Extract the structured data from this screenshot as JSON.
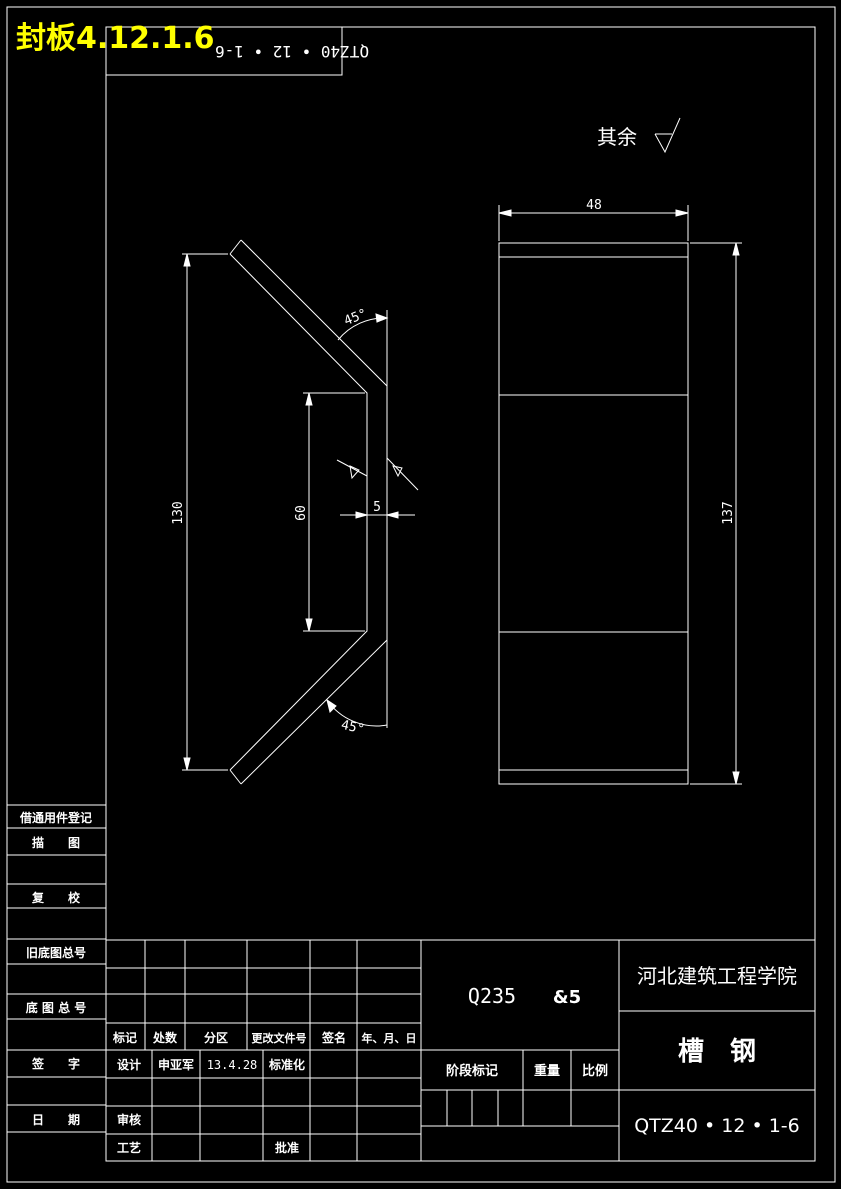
{
  "overlay_title": "封板4.12.1.6",
  "top_code_mirrored": "QTZ40 • 12 • 1-6",
  "roughness_note": "其余",
  "front_view": {
    "dim_total_height": "130",
    "dim_inner_height": "60",
    "dim_thickness": "5",
    "angle_top": "45°",
    "angle_bottom": "45°"
  },
  "side_view": {
    "dim_width": "48",
    "dim_height": "137"
  },
  "left_sidebar": {
    "borrow_register": "借通用件登记",
    "trace": "描　　图",
    "recheck": "复　　校",
    "old_drawing_no": "旧底图总号",
    "base_drawing_no": "底 图 总 号",
    "sign": "签　　字",
    "date": "日　　期"
  },
  "title_block": {
    "col_mark": "标记",
    "col_count": "处数",
    "col_zone": "分区",
    "col_change_doc": "更改文件号",
    "col_signature": "签名",
    "col_date": "年、月、日",
    "row_design": "设计",
    "designer_name": "申亚军",
    "design_date": "13.4.28",
    "standardization": "标准化",
    "row_review": "审核",
    "row_process": "工艺",
    "approval": "批准",
    "material": "Q235",
    "thickness_mark": "&5",
    "stage_mark": "阶段标记",
    "weight": "重量",
    "scale": "比例",
    "school": "河北建筑工程学院",
    "part_name": "槽　钢",
    "drawing_code": "QTZ40 • 12 • 1-6"
  }
}
